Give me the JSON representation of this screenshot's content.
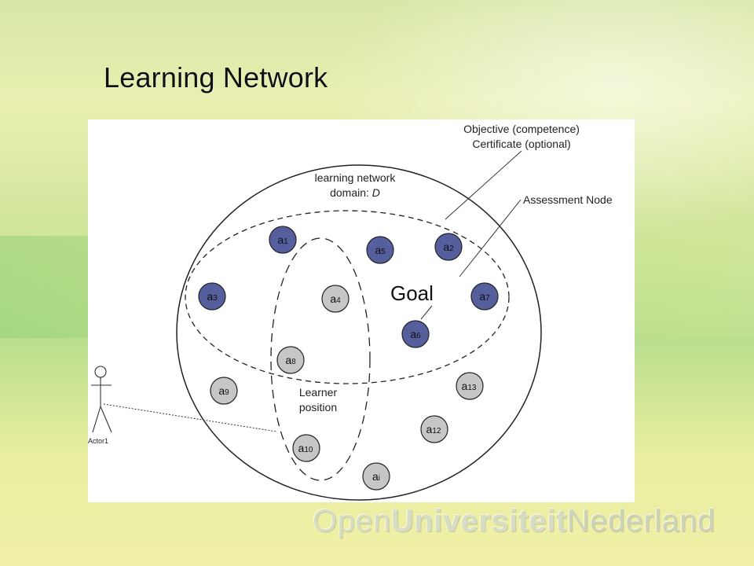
{
  "slide": {
    "title": "Learning Network",
    "brand_parts": [
      "Open",
      "Universiteit",
      "Nederland"
    ]
  },
  "diagram": {
    "labels": {
      "objective_line1": "Objective (competence)",
      "objective_line2": "Certificate (optional)",
      "domain_line1": "learning network",
      "domain_line2_prefix": "domain: ",
      "domain_line2_var": "D",
      "assessment": "Assessment Node",
      "goal": "Goal",
      "learner_line1": "Learner",
      "learner_line2": "position",
      "actor": "Actor1"
    },
    "nodes": [
      {
        "id": "a1",
        "base": "a",
        "sub": "1",
        "kind": "objective"
      },
      {
        "id": "a5",
        "base": "a",
        "sub": "5",
        "kind": "objective"
      },
      {
        "id": "a2",
        "base": "a",
        "sub": "2",
        "kind": "objective"
      },
      {
        "id": "a3",
        "base": "a",
        "sub": "3",
        "kind": "objective"
      },
      {
        "id": "a4",
        "base": "a",
        "sub": "4",
        "kind": "plain"
      },
      {
        "id": "a7",
        "base": "a",
        "sub": "7",
        "kind": "objective"
      },
      {
        "id": "a6",
        "base": "a",
        "sub": "6",
        "kind": "objective"
      },
      {
        "id": "a8",
        "base": "a",
        "sub": "8",
        "kind": "plain"
      },
      {
        "id": "a9",
        "base": "a",
        "sub": "9",
        "kind": "plain"
      },
      {
        "id": "a13",
        "base": "a",
        "sub": "13",
        "kind": "plain"
      },
      {
        "id": "a12",
        "base": "a",
        "sub": "12",
        "kind": "plain"
      },
      {
        "id": "a10",
        "base": "a",
        "sub": "10",
        "kind": "plain"
      },
      {
        "id": "ai",
        "base": "a",
        "sub": "i",
        "kind": "plain"
      }
    ],
    "colors": {
      "objective_fill": "#565f9e",
      "plain_fill": "#c6c6c6",
      "stroke": "#222222"
    }
  }
}
